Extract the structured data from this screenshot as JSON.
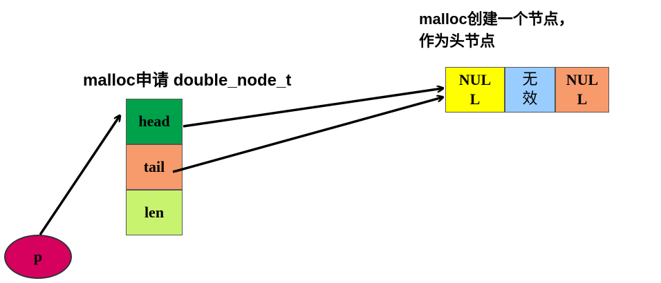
{
  "struct_label": "malloc申请 double_node_t",
  "node_label": {
    "line1": "malloc创建一个节点，",
    "line2": "作为头节点"
  },
  "struct_fields": {
    "head": "head",
    "tail": "tail",
    "len": "len"
  },
  "node_cells": {
    "prev": "NUL\nL",
    "data": "无\n效",
    "next": "NUL\nL"
  },
  "pointer": "p",
  "colors": {
    "head": "#00a14b",
    "tail": "#f79a6c",
    "len": "#c8f36e",
    "node_prev": "#ffff00",
    "node_data": "#99ccff",
    "node_next": "#f79a6c",
    "pointer": "#d6005f"
  }
}
